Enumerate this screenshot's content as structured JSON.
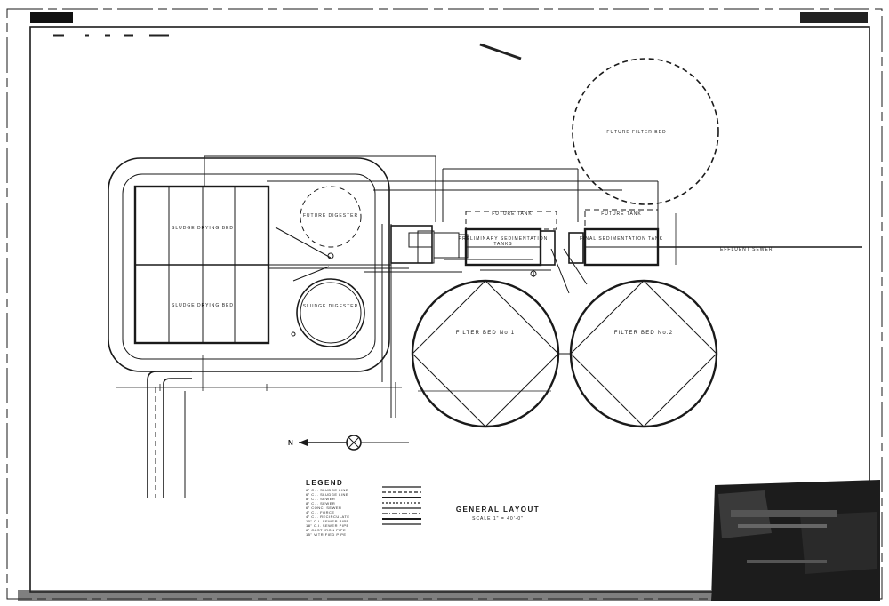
{
  "labels": {
    "future_filter_bed": "FUTURE FILTER BED",
    "future_digester": "FUTURE DIGESTER",
    "sludge_digester": "SLUDGE DIGESTER",
    "sludge_bed_1": "SLUDGE DRYING BED",
    "sludge_bed_2": "SLUDGE DRYING BED",
    "future_tank_1": "FUTURE TANK",
    "future_tank_2": "FUTURE TANK",
    "primary_sed": "PRELIMINARY SEDIMENTATION",
    "primary_sed_sub": "TANKS",
    "final_sed": "FINAL SEDIMENTATION TANK",
    "filter_bed_1": "FILTER BED No.1",
    "filter_bed_2": "FILTER BED No.2",
    "effluent": "EFFLUENT SEWER",
    "north": "N"
  },
  "legend": {
    "title": "LEGEND",
    "items": [
      "6\" C.I. SLUDGE LINE",
      "6\" C.I. SLUDGE LINE",
      "8\" C.I. SEWER",
      "8\" C.I. SEWER",
      "6\" CONC. SEWER",
      "4\" C.I. FORCE",
      "4\" C.I. RECIRCULATE",
      "10\" C.I. SEWER PIPE",
      "18\" C.I. SEWER PIPE",
      "6\" CAST IRON PIPE",
      "15\" VITRIFIED PIPE"
    ]
  },
  "title_block": {
    "title": "GENERAL LAYOUT",
    "scale": "SCALE 1\" = 40'-0\""
  }
}
